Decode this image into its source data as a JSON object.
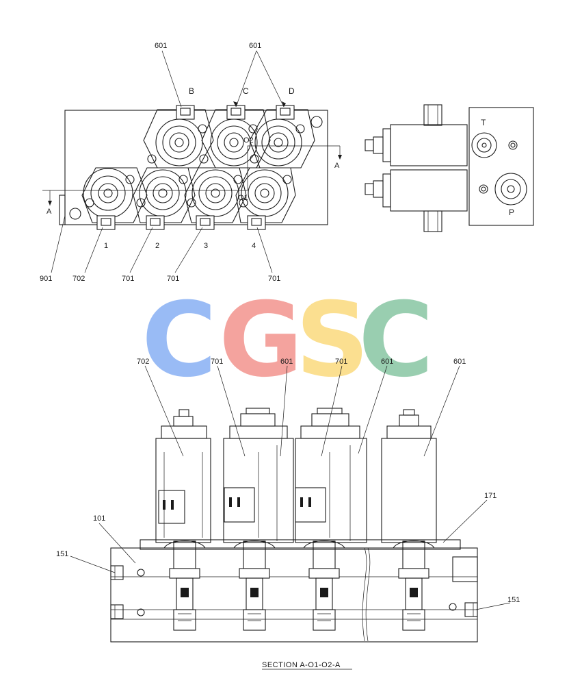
{
  "top_view": {
    "callouts": {
      "c601_left": "601",
      "c601_right": "601",
      "port_b": "B",
      "port_c": "C",
      "port_d": "D",
      "o2": "O2",
      "o1": "O1",
      "arrow_a_right": "A",
      "arrow_a_left": "A",
      "n1": "1",
      "n2": "2",
      "n3": "3",
      "n4": "4",
      "c901": "901",
      "c702": "702",
      "c701_a": "701",
      "c701_b": "701",
      "c701_c": "701"
    }
  },
  "side_view": {
    "port_t": "T",
    "port_p": "P"
  },
  "watermark": {
    "letters": [
      "C",
      "G",
      "S",
      "C"
    ],
    "colors": [
      "#8fb4f4",
      "#f39a94",
      "#fbdc84",
      "#8fc9a8"
    ]
  },
  "section_view": {
    "callouts": {
      "c702": "702",
      "c701_a": "701",
      "c601_a": "601",
      "c701_b": "701",
      "c601_b": "601",
      "c601_c": "601",
      "c171": "171",
      "c101": "101",
      "c151_left": "151",
      "c151_right": "151"
    },
    "caption": "SECTION  A-O1-O2-A"
  }
}
